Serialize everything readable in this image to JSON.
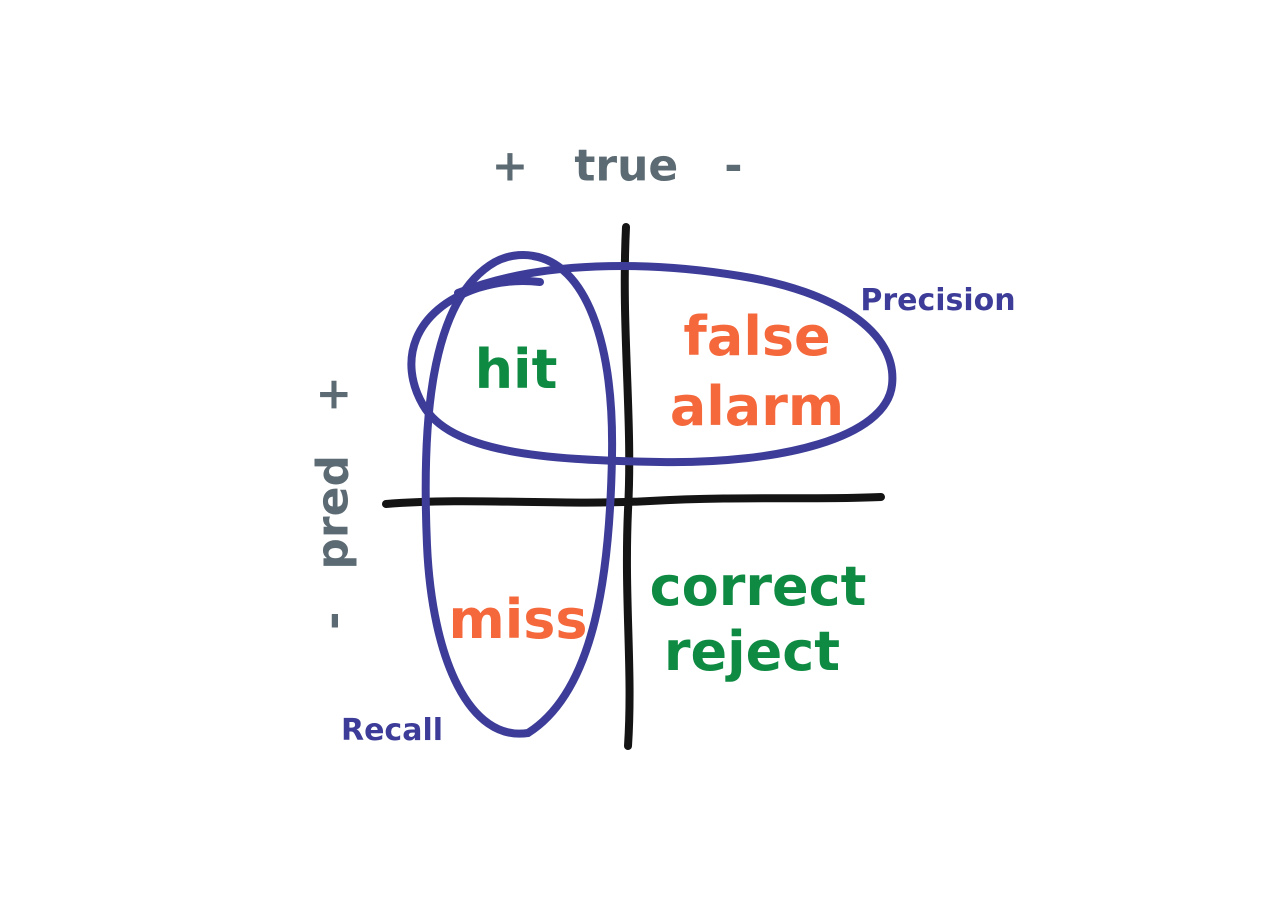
{
  "diagram": {
    "title_semantics": "confusion matrix with precision and recall ellipses",
    "top_axis": {
      "plus": "+",
      "label": "true",
      "minus": "-"
    },
    "left_axis": {
      "minus": "-",
      "label": "pred",
      "plus": "+"
    },
    "quadrants": {
      "top_left": "hit",
      "top_right_line1": "false",
      "top_right_line2": "alarm",
      "bottom_left": "miss",
      "bottom_right_line1": "correct",
      "bottom_right_line2": "reject"
    },
    "ellipse_labels": {
      "precision": "Precision",
      "recall": "Recall"
    },
    "colors": {
      "hit": "#0f8a43",
      "correct_reject": "#0f8a43",
      "false_alarm": "#f4683b",
      "miss": "#f4683b",
      "axis_text": "#5c6b73",
      "ellipse": "#3d3d99",
      "grid_lines": "#141414"
    }
  }
}
